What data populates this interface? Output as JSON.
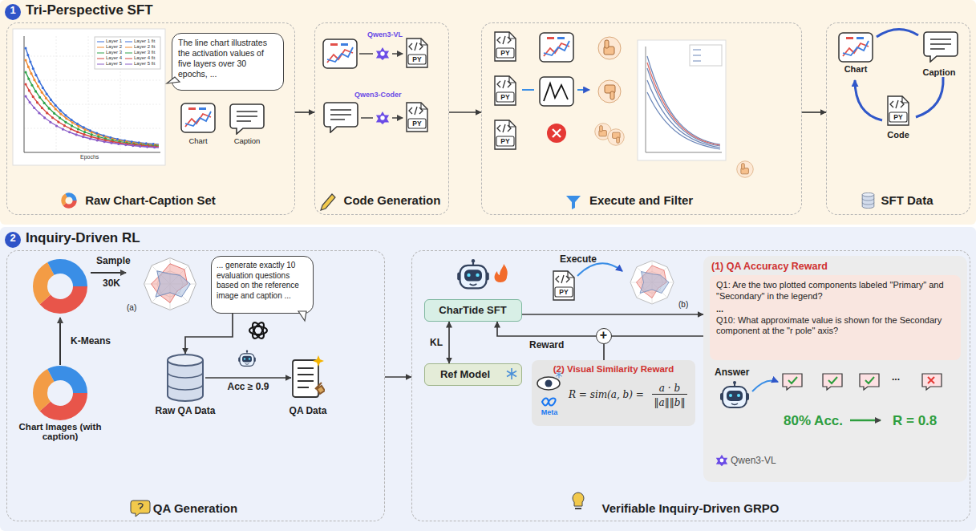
{
  "diagram": {
    "nodes": [
      {
        "text": [
          "1",
          "Tri-Perspective SFT"
        ]
      },
      {
        "text": [
          "Raw Chart-Caption Set"
        ],
        "in": 0
      },
      {
        "text": [
          "The line chart illustrates the activation values of five layers over 30 epochs, ..."
        ],
        "in": 1
      },
      {
        "text": [
          "Code Generation"
        ],
        "in": 0
      },
      {
        "text": [
          "Execute and Filter"
        ],
        "in": 0
      },
      {
        "text": [
          "SFT Data"
        ],
        "in": 0
      },
      {
        "text": [
          "2",
          "Inquiry-Driven RL"
        ]
      },
      {
        "text": [
          "QA Generation"
        ],
        "in": 6
      },
      {
        "text": [
          "... generate exactly 10 evaluation questions based on the reference image and caption ..."
        ],
        "in": 7
      },
      {
        "text": [
          "Raw QA Data"
        ],
        "in": 7
      },
      {
        "text": [
          "QA Data"
        ],
        "in": 7
      },
      {
        "text": [
          "Verifiable Inquiry-Driven GRPO"
        ],
        "in": 6
      },
      {
        "text": [
          "CharTide SFT"
        ],
        "in": 11
      },
      {
        "text": [
          "Ref Model"
        ],
        "in": 11
      },
      {
        "text": [
          "(1) QA Accuracy Reward",
          "Answer",
          "...",
          "Qwen3-VL",
          "80% Acc.",
          "R = 0.8"
        ],
        "in": 11
      },
      {
        "text": [
          "Q1: Are the two plotted components labeled \"Primary\" and \"Secondary\" in the legend?",
          "...",
          "Q10: What approximate value is shown for the Secondary component at the \"r pole\" axis?"
        ],
        "in": 14
      },
      {
        "text": [
          "(2) Visual Similarity Reward",
          "R = sim(a, b) =",
          "a · b",
          "‖a‖‖b‖",
          "Meta"
        ],
        "in": 11
      },
      {
        "text": [
          "+"
        ],
        "in": 11
      }
    ],
    "edges": [
      {
        "from": 1,
        "to": 3,
        "arrow": "to"
      },
      {
        "from": 3,
        "to": 4,
        "arrow": "to"
      },
      {
        "from": 4,
        "to": 5,
        "arrow": "to"
      },
      {
        "from": 8,
        "to": 9,
        "arrow": "to"
      },
      {
        "from": 9,
        "to": 10,
        "label": "Acc ≥ 0.9",
        "arrow": "to"
      },
      {
        "from": 7,
        "to": 11,
        "arrow": "to"
      },
      {
        "from": 12,
        "to": 13,
        "label": "KL",
        "arrow": "both"
      },
      {
        "from": 12,
        "to": 14,
        "arrow": "to"
      },
      {
        "from": 14,
        "to": 17,
        "arrow": "none"
      },
      {
        "from": 16,
        "to": 17,
        "arrow": "none"
      },
      {
        "from": 17,
        "to": 12,
        "label": "Reward",
        "arrow": "to"
      }
    ],
    "labels": [
      "Chart",
      "Caption",
      "Qwen3-VL",
      "PY",
      "Qwen3-Coder",
      "PY",
      "PY",
      "PY",
      "PY",
      "Chart",
      "Caption",
      "PY",
      "Code",
      "Sample",
      "30K",
      "(a)",
      "K-Means",
      "Chart Images (with caption)",
      "Execute",
      "PY",
      "(b)",
      "Layer 1",
      "Layer 1 fit",
      "Layer 2",
      "Layer 2 fit",
      "Layer 3",
      "Layer 3 fit",
      "Layer 4",
      "Layer 4 fit",
      "Layer 5",
      "Layer 5 fit",
      "Epochs"
    ]
  }
}
